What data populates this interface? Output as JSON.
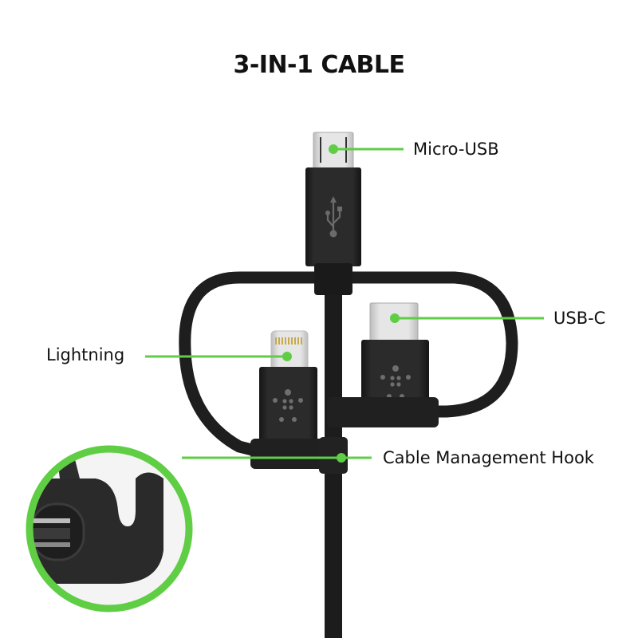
{
  "title": "3-IN-1 CABLE",
  "accent_color": "#5fce45",
  "cable_color": "#1e1e1e",
  "callouts": [
    {
      "id": "micro-usb",
      "label": "Micro-USB"
    },
    {
      "id": "usb-c",
      "label": "USB-C"
    },
    {
      "id": "lightning",
      "label": "Lightning"
    },
    {
      "id": "hook",
      "label": "Cable Management Hook"
    }
  ],
  "icons": {
    "usb_logo": "usb-trident-icon",
    "brand_mark": "belkin-dots-logo"
  }
}
